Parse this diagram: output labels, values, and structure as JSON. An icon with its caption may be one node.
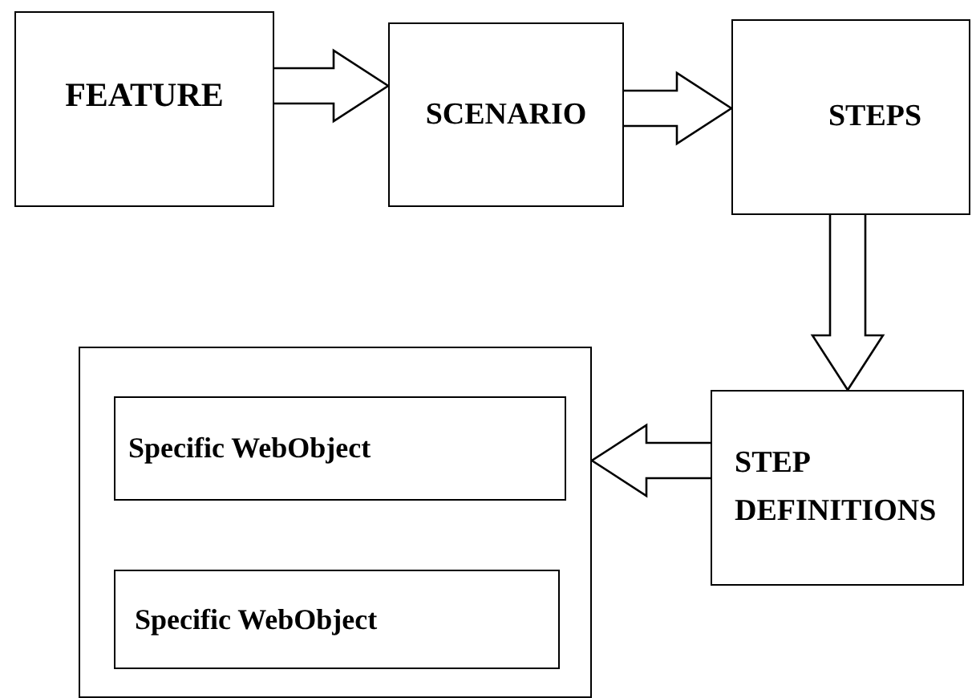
{
  "diagram": {
    "nodes": [
      {
        "text": [
          "FEATURE"
        ]
      },
      {
        "text": [
          "SCENARIO"
        ]
      },
      {
        "text": [
          "STEPS"
        ]
      },
      {
        "text": [],
        "shape": "box"
      },
      {
        "text": [
          "Specific WebObject"
        ],
        "in": 3
      },
      {
        "text": [
          "Specific WebObject"
        ],
        "in": 3
      },
      {
        "text": [
          "STEP DEFINITIONS"
        ]
      }
    ],
    "edges": [
      {
        "from": 0,
        "to": 1,
        "arrow": "to"
      },
      {
        "from": 1,
        "to": 2,
        "arrow": "to"
      },
      {
        "from": 2,
        "to": 6,
        "arrow": "to"
      },
      {
        "from": 6,
        "to": 3,
        "arrow": "to"
      }
    ]
  }
}
